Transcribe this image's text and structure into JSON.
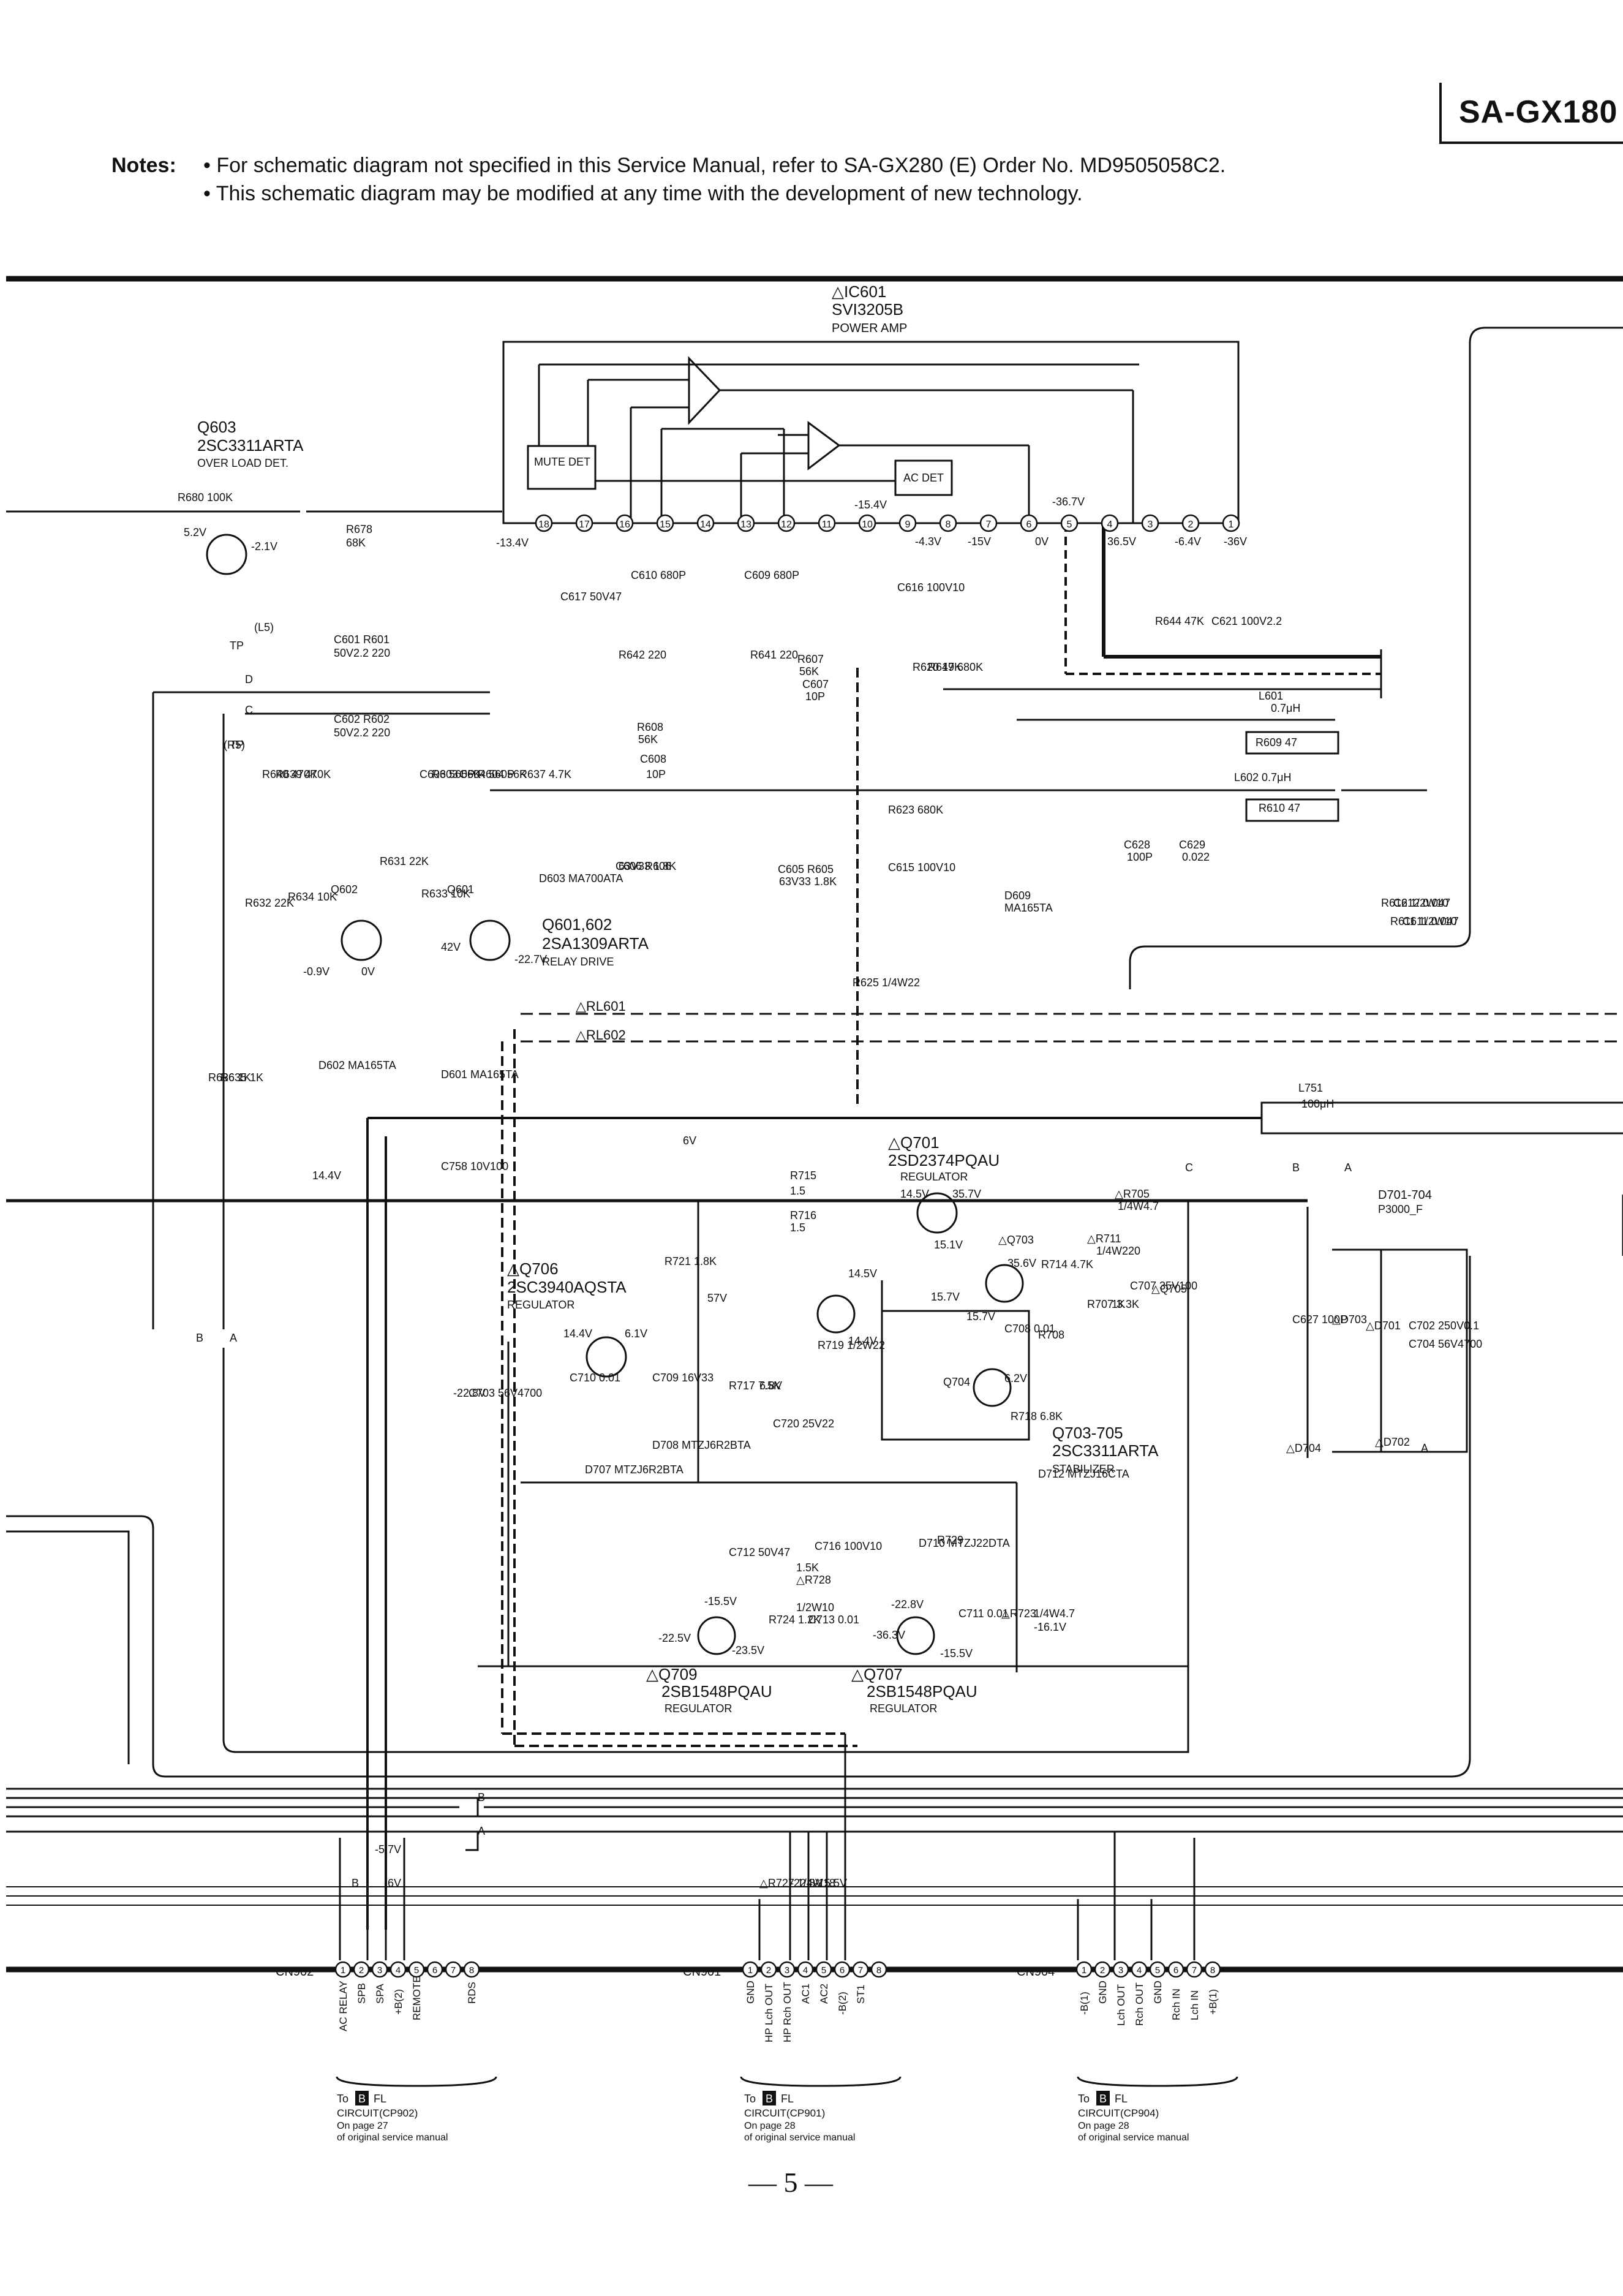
{
  "header": {
    "model": "SA-GX180"
  },
  "notes": {
    "label": "Notes:",
    "lines": [
      "For schematic diagram not specified in this Service Manual, refer to SA-GX280 (E) Order No. MD9505058C2.",
      "This schematic diagram may be modified at any time with the development of new technology."
    ]
  },
  "ic601": {
    "ref": "△IC601",
    "part": "SVI3205B",
    "desc": "POWER AMP",
    "pins": [
      "18",
      "17",
      "16",
      "15",
      "14",
      "13",
      "12",
      "11",
      "10",
      "9",
      "8",
      "7",
      "6",
      "5",
      "4",
      "3",
      "2",
      "1"
    ],
    "blocks": {
      "mute_det": "MUTE DET",
      "ac_det": "AC DET"
    }
  },
  "q603": {
    "ref": "Q603",
    "part": "2SC3311ARTA",
    "desc": "OVER LOAD DET."
  },
  "q601_602": {
    "ref": "Q601,602",
    "part": "2SA1309ARTA",
    "desc": "RELAY DRIVE"
  },
  "q701": {
    "ref": "△Q701",
    "part": "2SD2374PQAU",
    "desc": "REGULATOR"
  },
  "q706": {
    "ref": "△Q706",
    "part": "2SC3940AQSTA",
    "desc": "REGULATOR"
  },
  "q703_705": {
    "ref": "Q703-705",
    "part": "2SC3311ARTA",
    "desc": "STABILIZER"
  },
  "q709": {
    "ref": "△Q709",
    "part": "2SB1548PQAU",
    "desc": "REGULATOR"
  },
  "q707": {
    "ref": "△Q707",
    "part": "2SB1548PQAU",
    "desc": "REGULATOR"
  },
  "diodes": {
    "d701_704": "D701-704",
    "d701_704_part": "P3000_F"
  },
  "relays": {
    "rl601": "△RL601",
    "rl602": "△RL602"
  },
  "labels": [
    {
      "t": "R680  100K"
    },
    {
      "t": "5.2V"
    },
    {
      "t": "-2.1V"
    },
    {
      "t": "R678"
    },
    {
      "t": "68K"
    },
    {
      "t": "-13.4V"
    },
    {
      "t": "C601  R601"
    },
    {
      "t": "50V2.2  220"
    },
    {
      "t": "C602  R602"
    },
    {
      "t": "50V2.2  220"
    },
    {
      "t": "(L5)"
    },
    {
      "t": "(R5)"
    },
    {
      "t": "TP"
    },
    {
      "t": "TP"
    },
    {
      "t": "D"
    },
    {
      "t": "C"
    },
    {
      "t": "R640 470K"
    },
    {
      "t": "R639 470K"
    },
    {
      "t": "C603 560P"
    },
    {
      "t": "R603 56K"
    },
    {
      "t": "C604 560P"
    },
    {
      "t": "R604 56K"
    },
    {
      "t": "R637 4.7K"
    },
    {
      "t": "C610 680P"
    },
    {
      "t": "C609 680P"
    },
    {
      "t": "C617 50V47"
    },
    {
      "t": "R642 220"
    },
    {
      "t": "R641 220"
    },
    {
      "t": "R608"
    },
    {
      "t": "56K"
    },
    {
      "t": "C608"
    },
    {
      "t": "10P"
    },
    {
      "t": "R607"
    },
    {
      "t": "56K"
    },
    {
      "t": "C607"
    },
    {
      "t": "10P"
    },
    {
      "t": "C616 100V10"
    },
    {
      "t": "R620 47K"
    },
    {
      "t": "R619 680K"
    },
    {
      "t": "-15.4V"
    },
    {
      "t": "-4.3V"
    },
    {
      "t": "-15V"
    },
    {
      "t": "-36.7V"
    },
    {
      "t": "36.5V"
    },
    {
      "t": "-6.4V"
    },
    {
      "t": "-36V"
    },
    {
      "t": "0V"
    },
    {
      "t": "R644 47K"
    },
    {
      "t": "C621 100V2.2"
    },
    {
      "t": "L601"
    },
    {
      "t": "0.7μH"
    },
    {
      "t": "R609  47"
    },
    {
      "t": "L602  0.7μH"
    },
    {
      "t": "R610  47"
    },
    {
      "t": "C606 R606"
    },
    {
      "t": "63V33 1.8K"
    },
    {
      "t": "C605 R605"
    },
    {
      "t": "63V33 1.8K"
    },
    {
      "t": "R623  680K"
    },
    {
      "t": "C615  100V10"
    },
    {
      "t": "C628"
    },
    {
      "t": "100P"
    },
    {
      "t": "C629"
    },
    {
      "t": "0.022"
    },
    {
      "t": "D609"
    },
    {
      "t": "MA165TA"
    },
    {
      "t": "R612 1/2W10"
    },
    {
      "t": "C612 0.047"
    },
    {
      "t": "R611 1/2W10"
    },
    {
      "t": "C611 0.047"
    },
    {
      "t": "R632 22K"
    },
    {
      "t": "R631 22K"
    },
    {
      "t": "R634 10K"
    },
    {
      "t": "R633 10K"
    },
    {
      "t": "Q602"
    },
    {
      "t": "Q601"
    },
    {
      "t": "D603 MA700ATA"
    },
    {
      "t": "-0.9V"
    },
    {
      "t": "0V"
    },
    {
      "t": "42V"
    },
    {
      "t": "-22.7V"
    },
    {
      "t": "R625 1/4W22"
    },
    {
      "t": "R636 1K"
    },
    {
      "t": "R635 1K"
    },
    {
      "t": "D602 MA165TA"
    },
    {
      "t": "D601 MA165TA"
    },
    {
      "t": "L751"
    },
    {
      "t": "100μH"
    },
    {
      "t": "C758 10V100"
    },
    {
      "t": "6V"
    },
    {
      "t": "14.4V"
    },
    {
      "t": "R715"
    },
    {
      "t": "1.5"
    },
    {
      "t": "R716"
    },
    {
      "t": "1.5"
    },
    {
      "t": "14.5V"
    },
    {
      "t": "35.7V"
    },
    {
      "t": "15.1V"
    },
    {
      "t": "△R705"
    },
    {
      "t": "1/4W4.7"
    },
    {
      "t": "△Q703"
    },
    {
      "t": "△R711"
    },
    {
      "t": "1/4W220"
    },
    {
      "t": "35.6V"
    },
    {
      "t": "R714 4.7K"
    },
    {
      "t": "14.5V"
    },
    {
      "t": "14.4V"
    },
    {
      "t": "15.7V"
    },
    {
      "t": "15.7V"
    },
    {
      "t": "C708 0.01"
    },
    {
      "t": "R708"
    },
    {
      "t": "1K"
    },
    {
      "t": "R707 3.3K"
    },
    {
      "t": "C707 35V100"
    },
    {
      "t": "△Q705"
    },
    {
      "t": "R719 1/2W22"
    },
    {
      "t": "R721 1.8K"
    },
    {
      "t": "57V"
    },
    {
      "t": "14.4V"
    },
    {
      "t": "6.1V"
    },
    {
      "t": "C710 0.01"
    },
    {
      "t": "C709 16V33"
    },
    {
      "t": "R717 7.5K"
    },
    {
      "t": "6.8V"
    },
    {
      "t": "Q704"
    },
    {
      "t": "6.2V"
    },
    {
      "t": "R718 6.8K"
    },
    {
      "t": "C720 25V22"
    },
    {
      "t": "D708 MTZJ6R2BTA"
    },
    {
      "t": "D707 MTZJ6R2BTA"
    },
    {
      "t": "D712 MTZJ16CTA"
    },
    {
      "t": "C712 50V47"
    },
    {
      "t": "C716 100V10"
    },
    {
      "t": "D710 MTZJ22DTA"
    },
    {
      "t": "R729"
    },
    {
      "t": "1.5K"
    },
    {
      "t": "△R728"
    },
    {
      "t": "1/2W10"
    },
    {
      "t": "C713 0.01"
    },
    {
      "t": "R724 1.2K"
    },
    {
      "t": "C711 0.01"
    },
    {
      "t": "△R723"
    },
    {
      "t": "1/4W4.7"
    },
    {
      "t": "-16.1V"
    },
    {
      "t": "-15.5V"
    },
    {
      "t": "-22.5V"
    },
    {
      "t": "-23.5V"
    },
    {
      "t": "-22.8V"
    },
    {
      "t": "-36.3V"
    },
    {
      "t": "-15.5V"
    },
    {
      "t": "-22.8V"
    },
    {
      "t": "C703 56V4700"
    },
    {
      "t": "C627 100P"
    },
    {
      "t": "△D703"
    },
    {
      "t": "△D701"
    },
    {
      "t": "C702 250V0.1"
    },
    {
      "t": "C704 56V4700"
    },
    {
      "t": "△D704"
    },
    {
      "t": "△D702"
    },
    {
      "t": "A"
    },
    {
      "t": "B"
    },
    {
      "t": "C"
    },
    {
      "t": "A"
    },
    {
      "t": "B"
    },
    {
      "t": "A"
    },
    {
      "t": "B"
    },
    {
      "t": "A"
    },
    {
      "t": "B"
    },
    {
      "t": "-6V"
    },
    {
      "t": "△R727 1/4W18"
    },
    {
      "t": "-22.8V"
    },
    {
      "t": "-15.5V"
    },
    {
      "t": "-5.7V"
    }
  ],
  "connectors": [
    {
      "ref": "CN902",
      "pins": [
        "1",
        "2",
        "3",
        "4",
        "5",
        "6",
        "7",
        "8"
      ],
      "signals": [
        "AC RELAY",
        "SPB",
        "SPA",
        "+B(2)",
        "REMOTE",
        "",
        "",
        "RDS"
      ],
      "to": "To",
      "board": "B",
      "circuit": "FL",
      "circuit2": "CIRCUIT(CP902)",
      "page": "On page 27",
      "manual": "of original service manual"
    },
    {
      "ref": "CN901",
      "pins": [
        "1",
        "2",
        "3",
        "4",
        "5",
        "6",
        "7",
        "8"
      ],
      "signals": [
        "GND",
        "HP Lch OUT",
        "HP Rch OUT",
        "AC1",
        "AC2",
        "-B(2)",
        "ST1",
        ""
      ],
      "to": "To",
      "board": "B",
      "circuit": "FL",
      "circuit2": "CIRCUIT(CP901)",
      "page": "On page 28",
      "manual": "of original service manual"
    },
    {
      "ref": "CN904",
      "pins": [
        "1",
        "2",
        "3",
        "4",
        "5",
        "6",
        "7",
        "8"
      ],
      "signals": [
        "-B(1)",
        "GND",
        "Lch OUT",
        "Rch OUT",
        "GND",
        "Rch IN",
        "Lch IN",
        "+B(1)"
      ],
      "to": "To",
      "board": "B",
      "circuit": "FL",
      "circuit2": "CIRCUIT(CP904)",
      "page": "On page 28",
      "manual": "of original service manual"
    }
  ],
  "footer": {
    "page": "— 5 —"
  }
}
